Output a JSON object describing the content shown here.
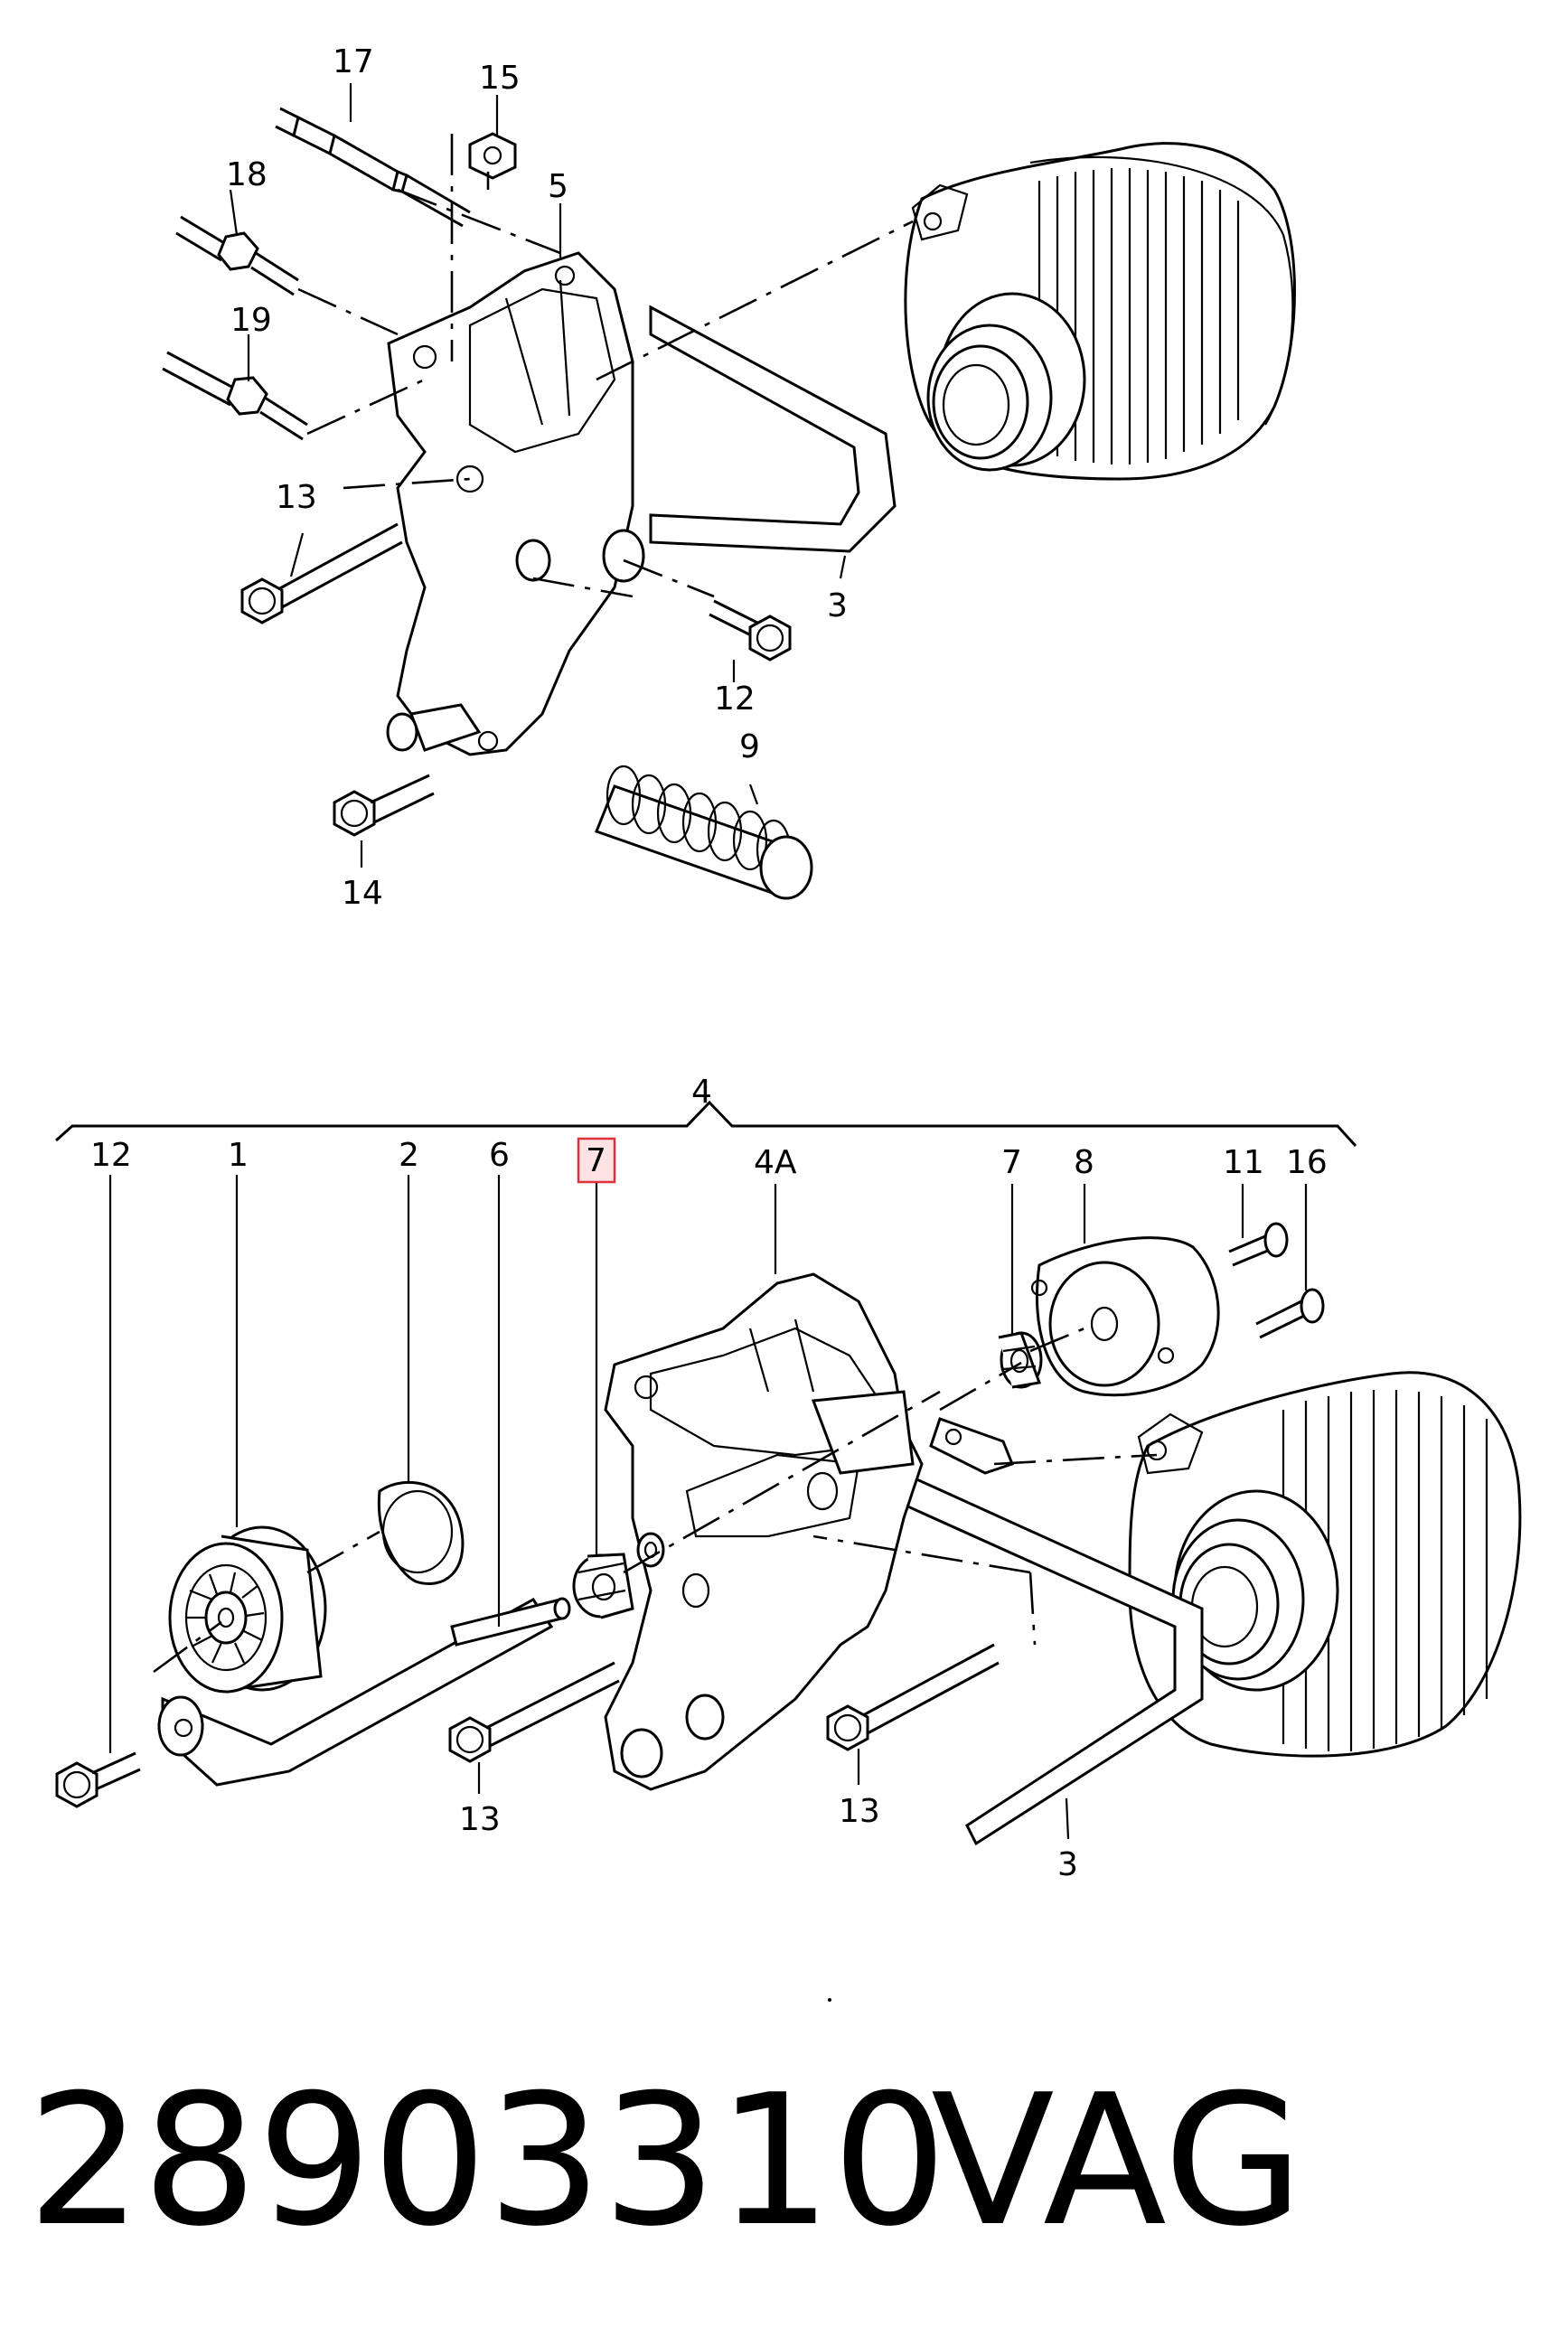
{
  "diagram": {
    "top_labels": [
      "17",
      "15",
      "18",
      "5",
      "19",
      "13",
      "3",
      "12",
      "9",
      "14"
    ],
    "bottom_labels": [
      "4",
      "12",
      "1",
      "2",
      "6",
      "7",
      "4A",
      "7",
      "8",
      "11",
      "16",
      "13",
      "13",
      "3"
    ],
    "highlighted_label": "7",
    "highlight_color": "#e0323c"
  },
  "caption": {
    "part_number": "28903310",
    "brand": "VAG"
  }
}
